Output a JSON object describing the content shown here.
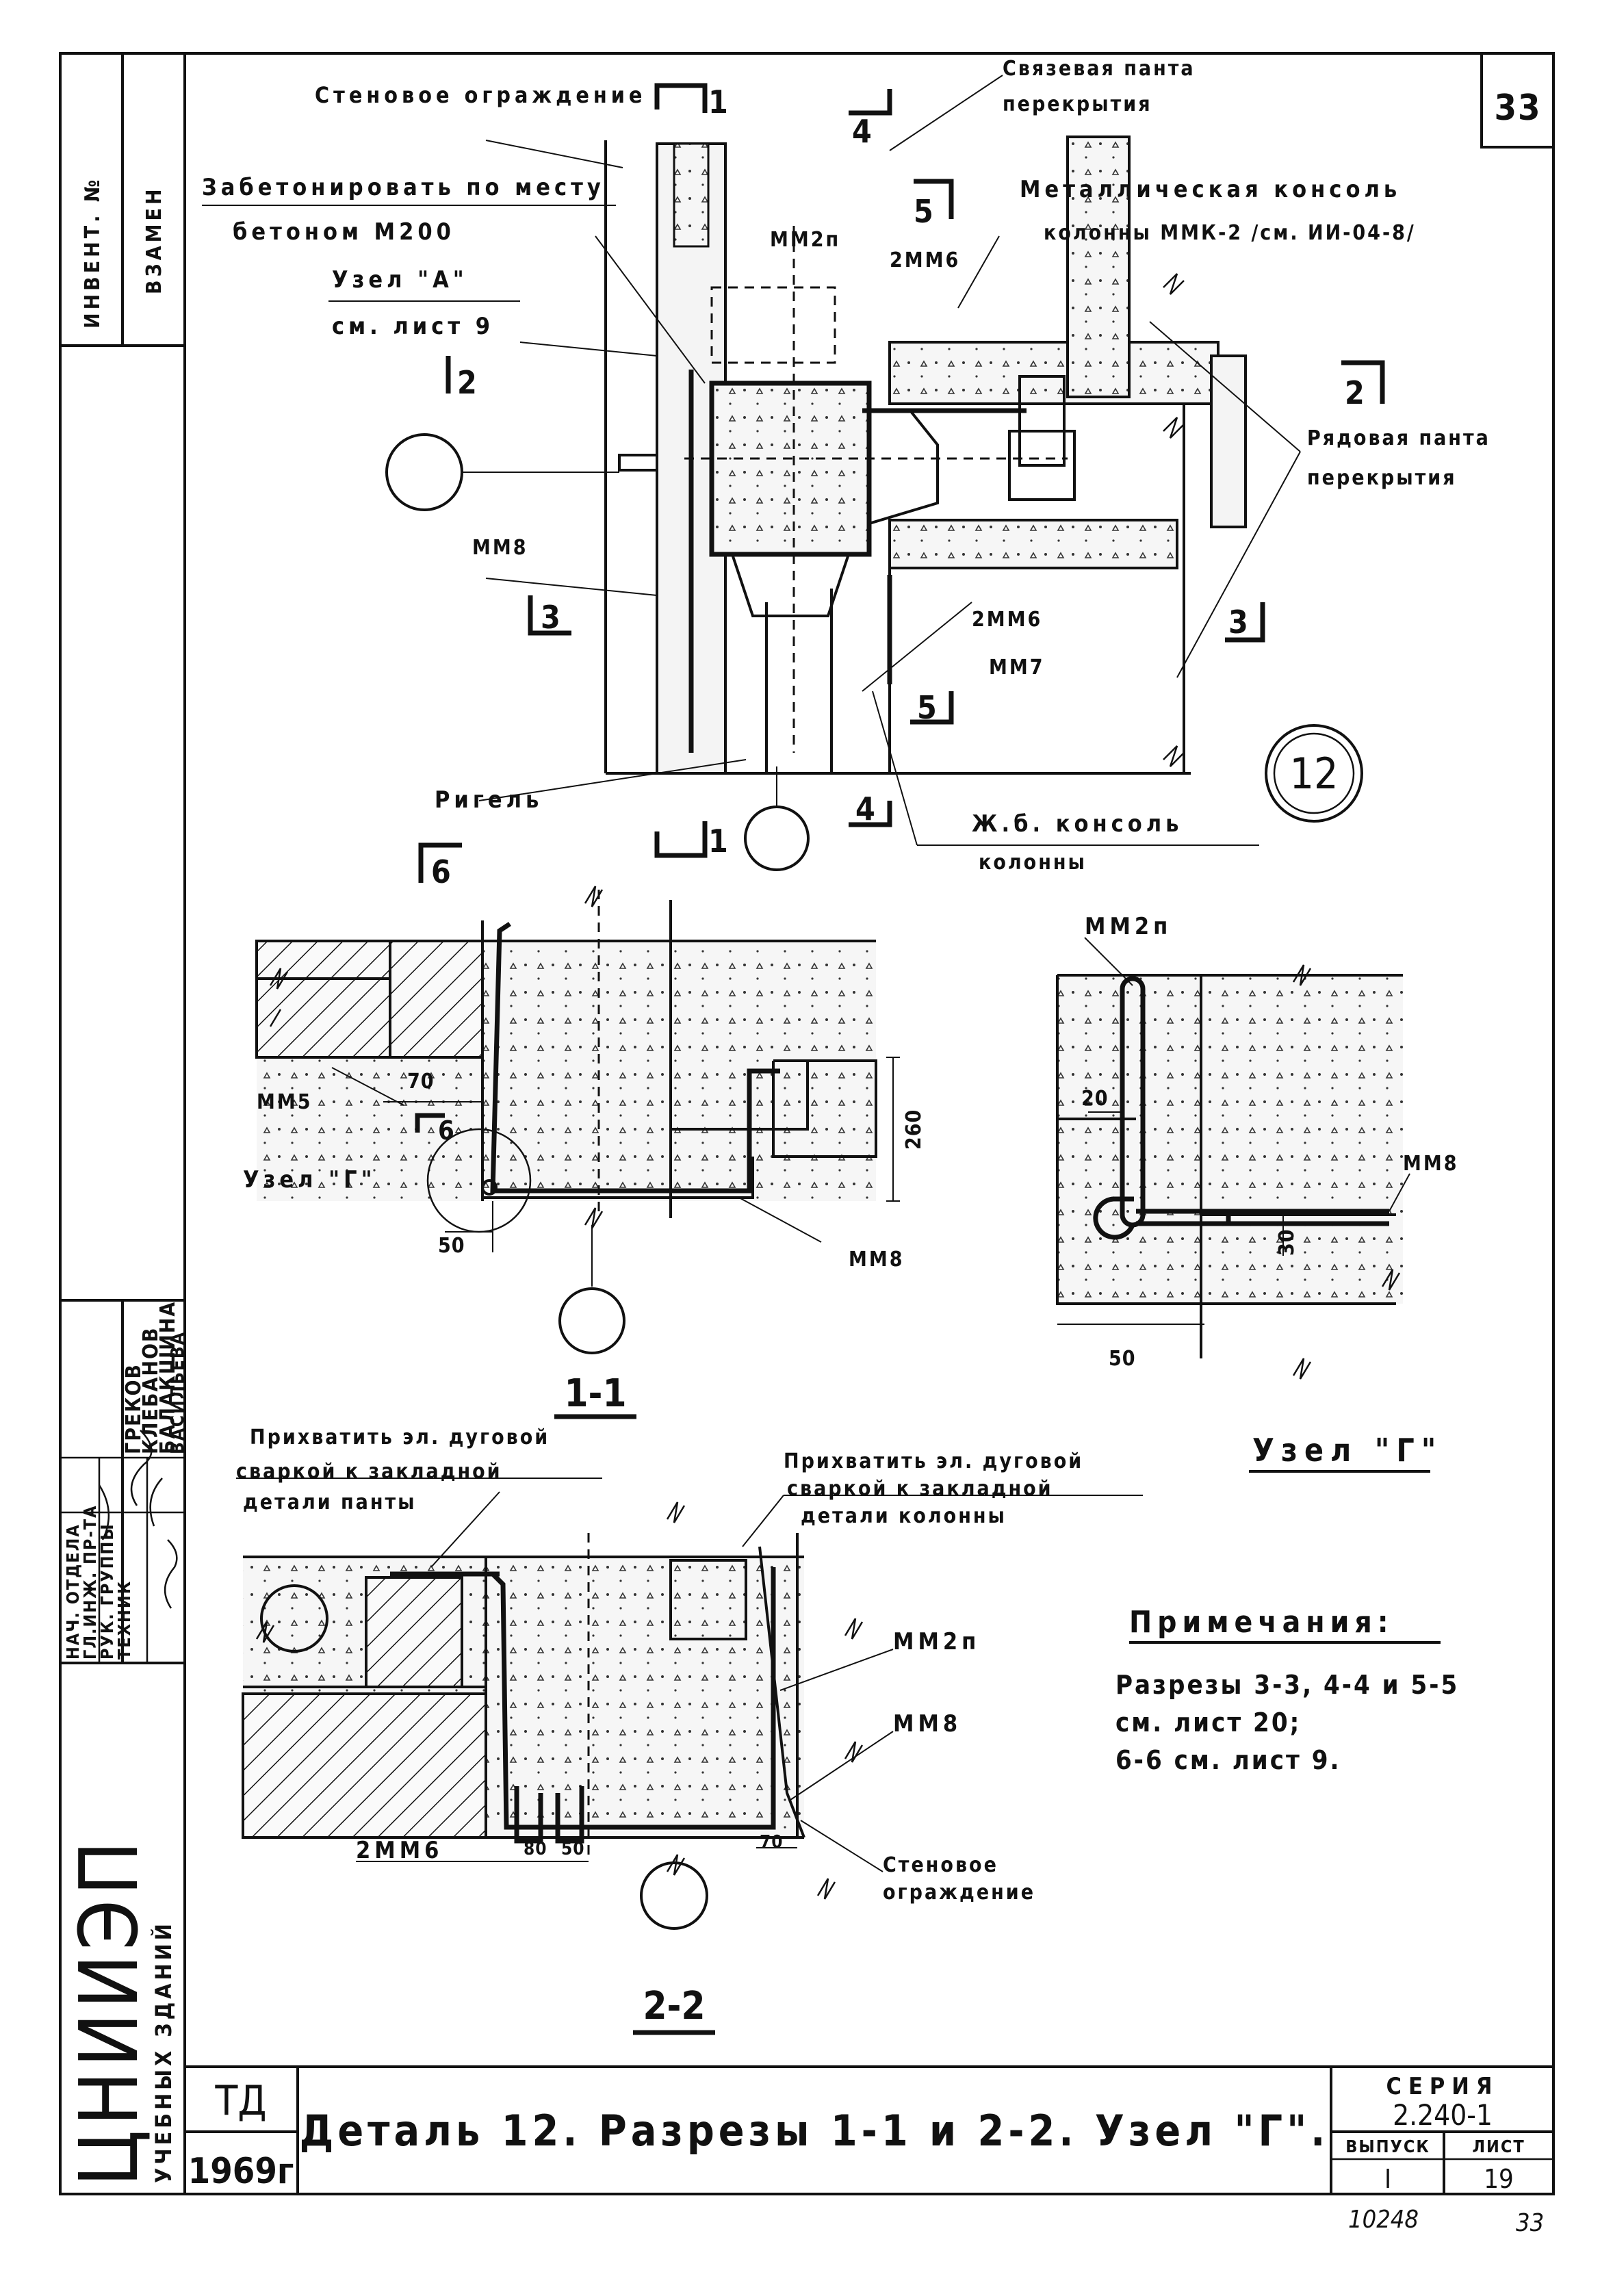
{
  "page_number": "33",
  "archive_number": "10248",
  "page_count_bottom": "33",
  "detail_circle_label": "12",
  "title_block": {
    "org_name": "ЦНИИЭП",
    "org_sub": "УЧЕБНЫХ ЗДАНИЙ",
    "td": "ТД",
    "year": "1969г",
    "title": "Деталь 12. Разрезы 1-1 и 2-2. Узел \"Г\".",
    "series_label": "СЕРИЯ",
    "series_value": "2.240-1",
    "issue_label": "ВЫПУСК",
    "issue_value": "I",
    "sheet_label": "ЛИСТ",
    "sheet_value": "19"
  },
  "side_stamp": {
    "invent": "ИНВЕНТ. №",
    "vzamen": "ВЗАМЕН",
    "roles": [
      "НАЧ. ОТДЕЛА",
      "ГЛ.ИНЖ. ПР-ТА",
      "РУК. ГРУППЫ",
      "ТЕХНИК"
    ],
    "names": [
      "ГРЕКОВ",
      "КЛЕБАНОВ",
      "БАЛАКШИНА",
      "ВАСИЛЬЕВА"
    ]
  },
  "plan_labels": {
    "wall": "Стеновое ограждение",
    "concrete_line1": "Забетонировать по месту",
    "concrete_line2": "бетоном М200",
    "node_a_line1": "Узел \"А\"",
    "node_a_line2": "см. лист 9",
    "tie_line1": "Связевая панта",
    "tie_line2": "перекрытия",
    "metal_line1": "Металлическая консоль",
    "metal_line2": "колонны  ММК-2 /см. ИИ-04-8/",
    "row_line1": "Рядовая панта",
    "row_line2": "перекрытия",
    "girder": "Ригель",
    "rc_line1": "Ж.б. консоль",
    "rc_line2": "колонны",
    "mm2p": "ММ2п",
    "mm6_2": "2ММ6",
    "mm8": "ММ8",
    "mm6_2b": "2ММ6",
    "mm7": "ММ7",
    "cut_1": "1",
    "cut_2": "2",
    "cut_3": "3",
    "cut_4": "4",
    "cut_5": "5",
    "cut_6": "6"
  },
  "section_11": {
    "title": "1-1",
    "mm5": "ММ5",
    "node_g": "Узел \"Г\"",
    "mm8": "ММ8",
    "dim_70": "70",
    "dim_260": "260",
    "dim_50": "50",
    "cut_6": "6"
  },
  "node_g": {
    "title": "Узел \"Г\"",
    "mm2p": "ММ2п",
    "mm8": "ММ8",
    "dim_20": "20",
    "dim_30": "30",
    "dim_50": "50"
  },
  "section_22": {
    "title": "2-2",
    "weld1_line1": "Прихватить эл. дуговой",
    "weld1_line2": "сваркой к закладной",
    "weld1_line3": "детали панты",
    "weld2_line1": "Прихватить эл. дуговой",
    "weld2_line2": "сваркой к закладной",
    "weld2_line3": "детали колонны",
    "mm2p": "ММ2п",
    "mm8": "ММ8",
    "mm6_2": "2ММ6",
    "dim_80": "80",
    "dim_50": "50",
    "dim_70": "70",
    "wall_line1": "Стеновое",
    "wall_line2": "ограждение"
  },
  "notes": {
    "heading": "Примечания:",
    "line1": "Разрезы 3-3, 4-4 и 5-5",
    "line2": "см. лист 20;",
    "line3": "6-6 см. лист 9."
  }
}
